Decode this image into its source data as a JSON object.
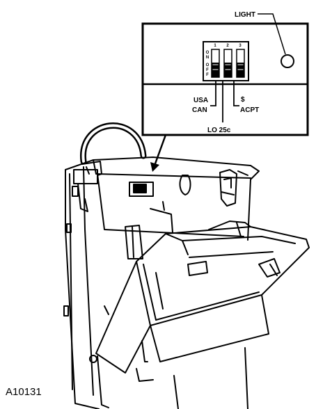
{
  "labels": {
    "light": "LIGHT",
    "usa": "USA",
    "can": "CAN",
    "lo25c": "LO 25c",
    "dollar": "$",
    "acpt": "ACPT",
    "figure_id": "A10131"
  },
  "dip_switch": {
    "numbers": [
      "1",
      "2",
      "3"
    ],
    "on_letters": [
      "O",
      "N"
    ],
    "off_letters": [
      "O",
      "F",
      "F"
    ]
  }
}
